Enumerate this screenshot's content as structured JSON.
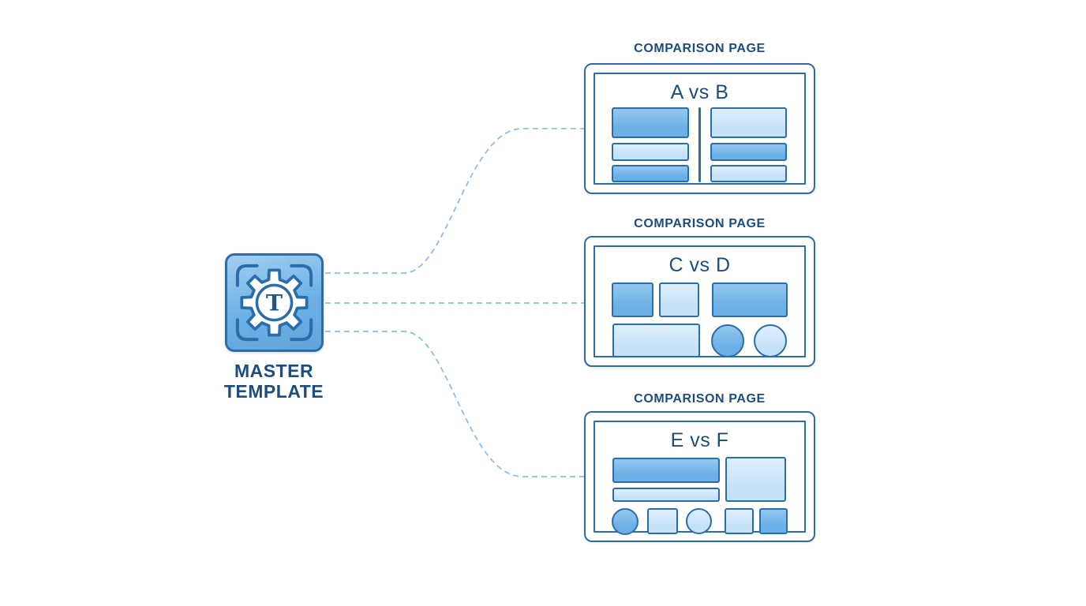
{
  "master_template": {
    "label_line1": "MASTER",
    "label_line2": "TEMPLATE",
    "icon": "gear-template-icon",
    "icon_letter": "T"
  },
  "pages": [
    {
      "header": "COMPARISON PAGE",
      "title": "A vs B"
    },
    {
      "header": "COMPARISON PAGE",
      "title": "C vs D"
    },
    {
      "header": "COMPARISON PAGE",
      "title": "E vs F"
    }
  ],
  "colors": {
    "background": "#ffffff",
    "accent_border": "#2b6dab",
    "fill_medium": "#6bb1e7",
    "fill_light": "#c5e2f8",
    "heading_text": "#1b4d7e",
    "connector_line": "#8ac0e9"
  }
}
